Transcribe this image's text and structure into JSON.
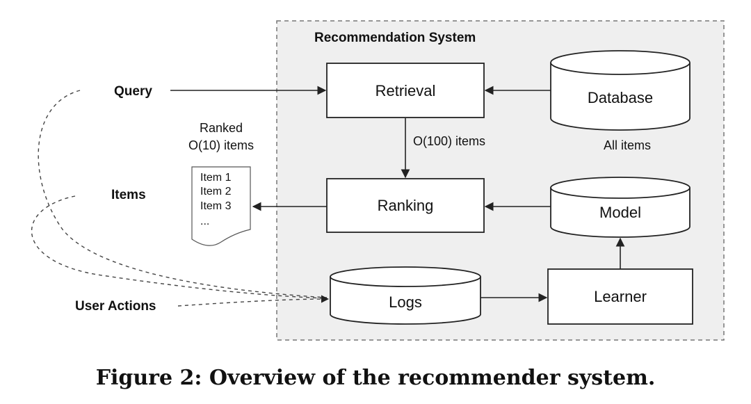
{
  "system": {
    "title": "Recommendation System"
  },
  "inputs": {
    "query": "Query",
    "items": "Items",
    "user_actions": "User Actions"
  },
  "nodes": {
    "retrieval": "Retrieval",
    "ranking": "Ranking",
    "database": "Database",
    "model": "Model",
    "logs": "Logs",
    "learner": "Learner"
  },
  "annotations": {
    "all_items": "All items",
    "retrieval_output": "O(100) items",
    "ranked_line1": "Ranked",
    "ranked_line2": "O(10) items"
  },
  "result_list": {
    "items": [
      "Item 1",
      "Item 2",
      "Item 3",
      "..."
    ]
  },
  "caption": "Figure 2: Overview of the recommender system.",
  "colors": {
    "system_background": "#efefef",
    "system_border": "#777777",
    "node_fill": "#ffffff",
    "line": "#222222"
  }
}
